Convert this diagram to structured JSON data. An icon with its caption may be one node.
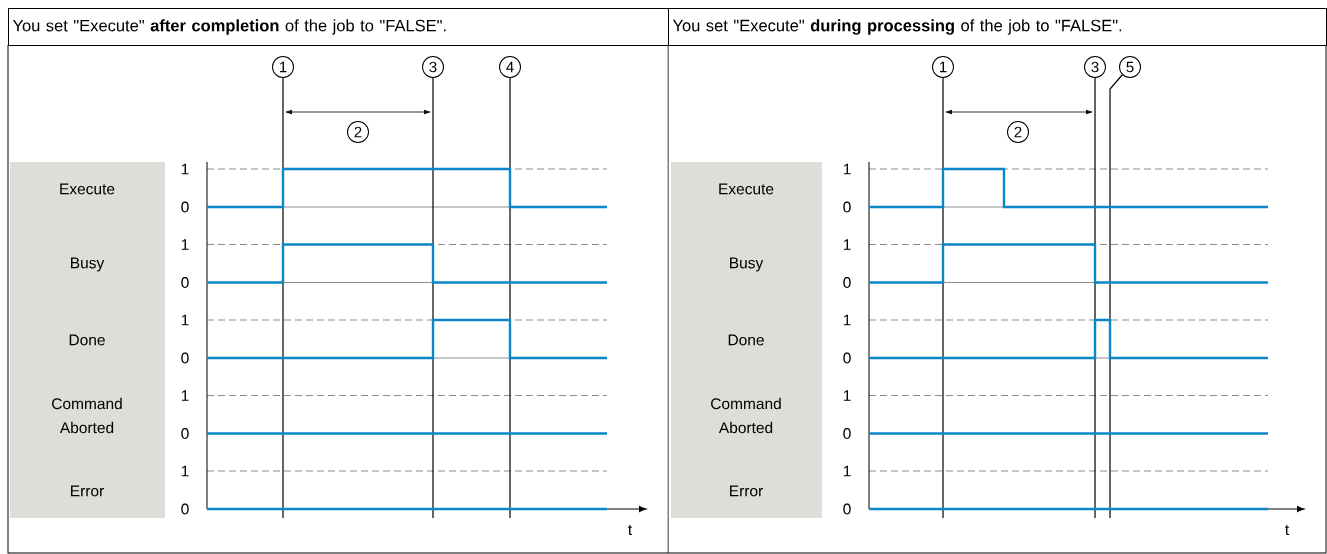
{
  "diagram": {
    "nodes": [
      {
        "text": [
          "You set \"Execute\" **after completion** of the job to \"FALSE\"."
        ]
      },
      {
        "text": [
          "You set \"Execute\" **during processing** of the job to \"FALSE\"."
        ]
      }
    ],
    "labels": [
      "1",
      "3",
      "4",
      "2",
      "Execute",
      "1",
      "0",
      "Busy",
      "1",
      "0",
      "Done",
      "1",
      "0",
      "Command Aborted",
      "1",
      "0",
      "Error",
      "1",
      "0",
      "t",
      "1",
      "3",
      "5",
      "2",
      "Execute",
      "1",
      "0",
      "Busy",
      "1",
      "0",
      "Done",
      "1",
      "0",
      "Command Aborted",
      "1",
      "0",
      "Error",
      "1",
      "0",
      "t"
    ]
  }
}
